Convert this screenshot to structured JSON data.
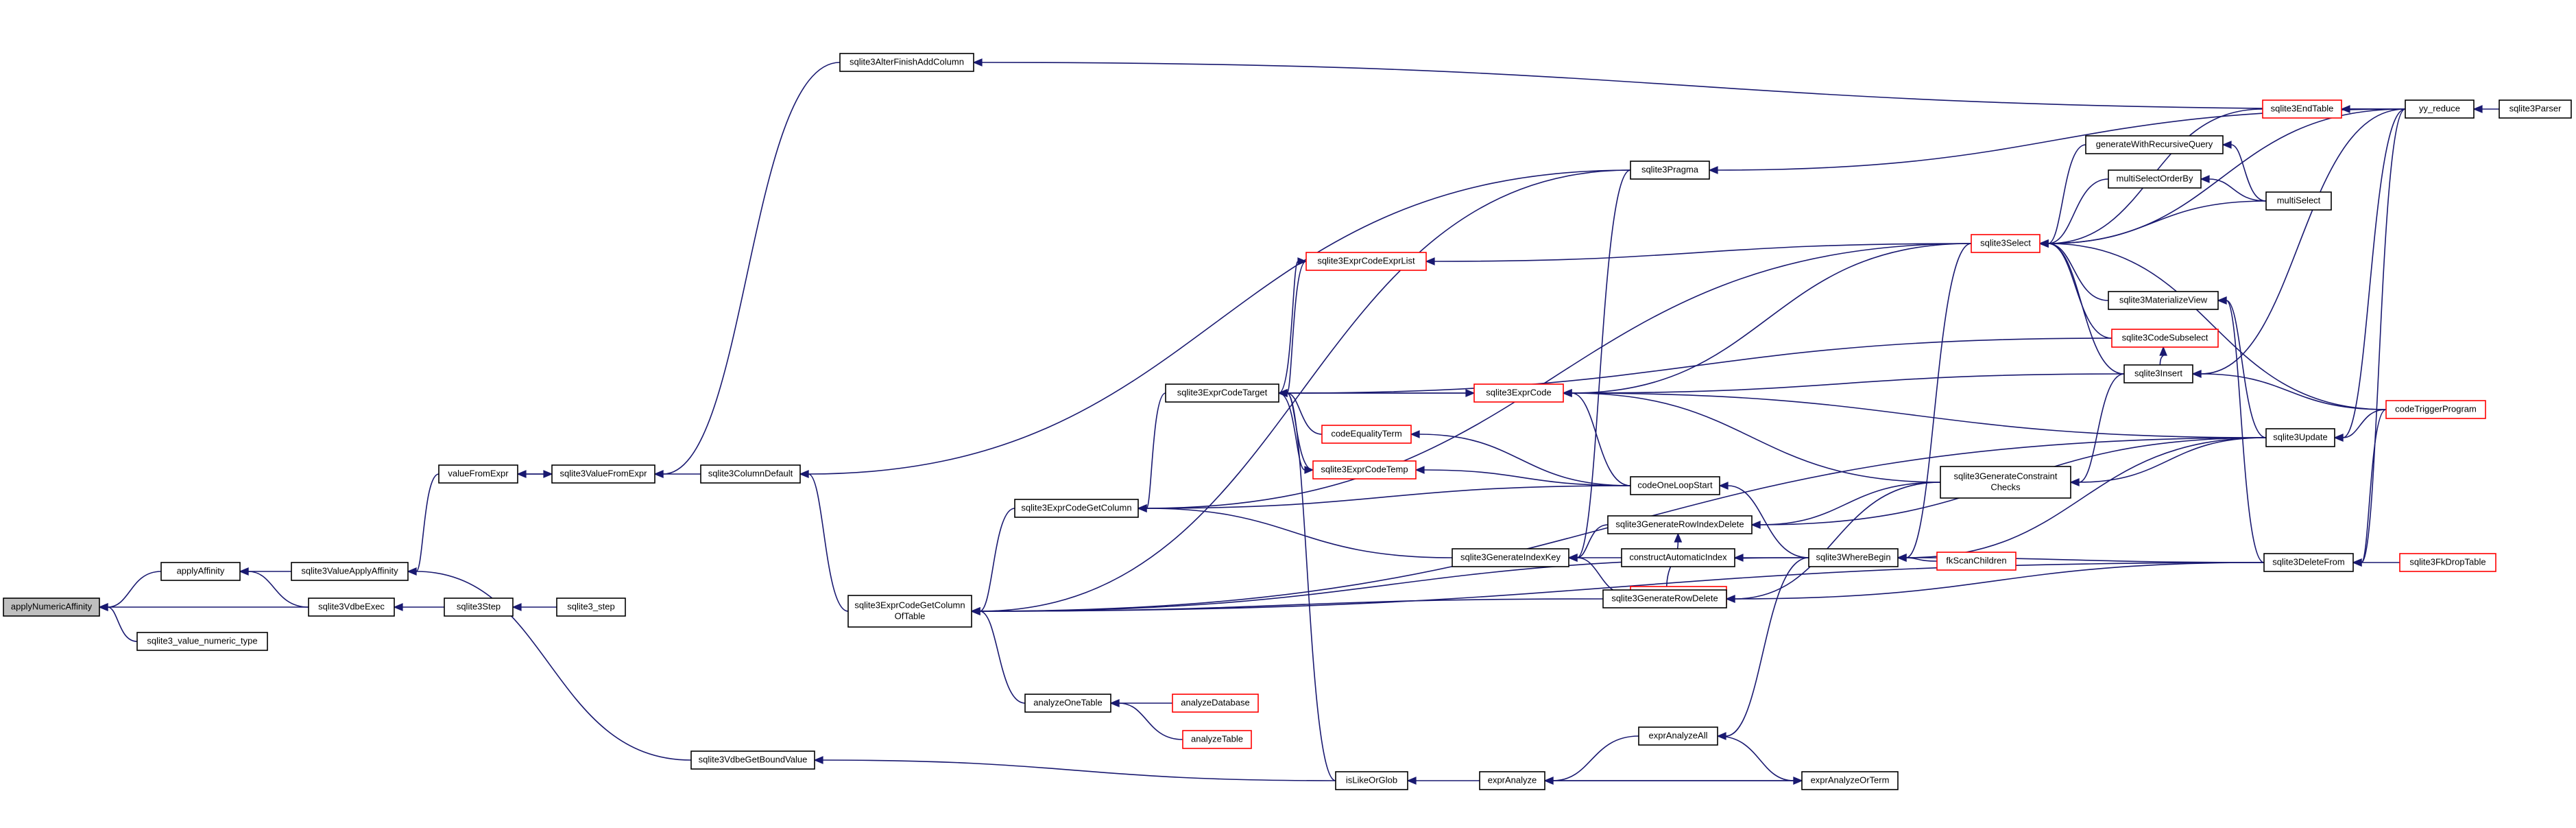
{
  "colors": {
    "edge": "#191970",
    "node_border": "#000000",
    "node_border_truncated": "#ff0000",
    "node_fill": "#ffffff",
    "root_fill": "#bfbfbf",
    "text": "#000000",
    "text_truncated": "#ff0000"
  },
  "nodes": [
    {
      "id": "applyNumericAffinity",
      "label": "applyNumericAffinity",
      "root": true
    },
    {
      "id": "applyAffinity",
      "label": "applyAffinity"
    },
    {
      "id": "sqlite3_value_numeric_type",
      "label": "sqlite3_value_numeric_type"
    },
    {
      "id": "sqlite3ValueApplyAffinity",
      "label": "sqlite3ValueApplyAffinity"
    },
    {
      "id": "sqlite3VdbeExec",
      "label": "sqlite3VdbeExec"
    },
    {
      "id": "valueFromExpr",
      "label": "valueFromExpr"
    },
    {
      "id": "sqlite3ValueFromExpr",
      "label": "sqlite3ValueFromExpr"
    },
    {
      "id": "sqlite3Step",
      "label": "sqlite3Step"
    },
    {
      "id": "sqlite3_step",
      "label": "sqlite3_step"
    },
    {
      "id": "sqlite3VdbeGetBoundValue",
      "label": "sqlite3VdbeGetBoundValue"
    },
    {
      "id": "sqlite3AlterFinishAddColumn",
      "label": "sqlite3AlterFinishAddColumn"
    },
    {
      "id": "sqlite3ColumnDefault",
      "label": "sqlite3ColumnDefault"
    },
    {
      "id": "sqlite3ExprCodeGetColumnOfTable",
      "label": "sqlite3ExprCodeGetColumn\nOfTable"
    },
    {
      "id": "sqlite3ExprCodeGetColumn",
      "label": "sqlite3ExprCodeGetColumn"
    },
    {
      "id": "analyzeOneTable",
      "label": "analyzeOneTable"
    },
    {
      "id": "analyzeDatabase",
      "label": "analyzeDatabase",
      "truncated": true
    },
    {
      "id": "analyzeTable",
      "label": "analyzeTable",
      "truncated": true
    },
    {
      "id": "sqlite3ExprCodeTarget",
      "label": "sqlite3ExprCodeTarget"
    },
    {
      "id": "sqlite3ExprCodeExprList",
      "label": "sqlite3ExprCodeExprList",
      "truncated": true
    },
    {
      "id": "sqlite3ExprCode",
      "label": "sqlite3ExprCode",
      "truncated": true
    },
    {
      "id": "codeEqualityTerm",
      "label": "codeEqualityTerm",
      "truncated": true
    },
    {
      "id": "sqlite3ExprCodeTemp",
      "label": "sqlite3ExprCodeTemp",
      "truncated": true
    },
    {
      "id": "isLikeOrGlob",
      "label": "isLikeOrGlob"
    },
    {
      "id": "exprAnalyze",
      "label": "exprAnalyze"
    },
    {
      "id": "exprAnalyzeAll",
      "label": "exprAnalyzeAll"
    },
    {
      "id": "exprAnalyzeOrTerm",
      "label": "exprAnalyzeOrTerm"
    },
    {
      "id": "sqlite3Pragma",
      "label": "sqlite3Pragma"
    },
    {
      "id": "codeOneLoopStart",
      "label": "codeOneLoopStart"
    },
    {
      "id": "sqlite3GenerateIndexKey",
      "label": "sqlite3GenerateIndexKey"
    },
    {
      "id": "sqlite3GenerateRowIndexDelete",
      "label": "sqlite3GenerateRowIndexDelete"
    },
    {
      "id": "constructAutomaticIndex",
      "label": "constructAutomaticIndex"
    },
    {
      "id": "sqlite3RefillIndex",
      "label": "sqlite3RefillIndex",
      "truncated": true
    },
    {
      "id": "sqlite3WhereBegin",
      "label": "sqlite3WhereBegin"
    },
    {
      "id": "sqlite3GenerateRowDelete",
      "label": "sqlite3GenerateRowDelete"
    },
    {
      "id": "sqlite3GenerateConstraintChecks",
      "label": "sqlite3GenerateConstraint\nChecks"
    },
    {
      "id": "fkScanChildren",
      "label": "fkScanChildren",
      "truncated": true
    },
    {
      "id": "sqlite3Select",
      "label": "sqlite3Select",
      "truncated": true
    },
    {
      "id": "sqlite3Insert",
      "label": "sqlite3Insert"
    },
    {
      "id": "sqlite3EndTable",
      "label": "sqlite3EndTable",
      "truncated": true
    },
    {
      "id": "generateWithRecursiveQuery",
      "label": "generateWithRecursiveQuery"
    },
    {
      "id": "multiSelectOrderBy",
      "label": "multiSelectOrderBy"
    },
    {
      "id": "multiSelect",
      "label": "multiSelect"
    },
    {
      "id": "sqlite3MaterializeView",
      "label": "sqlite3MaterializeView"
    },
    {
      "id": "sqlite3CodeSubselect",
      "label": "sqlite3CodeSubselect",
      "truncated": true
    },
    {
      "id": "sqlite3Update",
      "label": "sqlite3Update"
    },
    {
      "id": "sqlite3DeleteFrom",
      "label": "sqlite3DeleteFrom"
    },
    {
      "id": "yy_reduce",
      "label": "yy_reduce"
    },
    {
      "id": "sqlite3Parser",
      "label": "sqlite3Parser"
    },
    {
      "id": "codeTriggerProgram",
      "label": "codeTriggerProgram",
      "truncated": true
    },
    {
      "id": "sqlite3FkDropTable",
      "label": "sqlite3FkDropTable",
      "truncated": true
    }
  ],
  "edges": [
    [
      "applyAffinity",
      "applyNumericAffinity"
    ],
    [
      "sqlite3_value_numeric_type",
      "applyNumericAffinity"
    ],
    [
      "sqlite3VdbeExec",
      "applyNumericAffinity"
    ],
    [
      "sqlite3ValueApplyAffinity",
      "applyAffinity"
    ],
    [
      "sqlite3VdbeExec",
      "applyAffinity"
    ],
    [
      "valueFromExpr",
      "sqlite3ValueApplyAffinity"
    ],
    [
      "sqlite3VdbeGetBoundValue",
      "sqlite3ValueApplyAffinity"
    ],
    [
      "sqlite3Step",
      "sqlite3VdbeExec"
    ],
    [
      "sqlite3_step",
      "sqlite3Step"
    ],
    [
      "sqlite3ValueFromExpr",
      "valueFromExpr"
    ],
    [
      "valueFromExpr",
      "sqlite3ValueFromExpr"
    ],
    [
      "sqlite3AlterFinishAddColumn",
      "sqlite3ValueFromExpr"
    ],
    [
      "sqlite3ColumnDefault",
      "sqlite3ValueFromExpr"
    ],
    [
      "yy_reduce",
      "sqlite3AlterFinishAddColumn"
    ],
    [
      "sqlite3Pragma",
      "sqlite3ColumnDefault"
    ],
    [
      "sqlite3ExprCodeGetColumnOfTable",
      "sqlite3ColumnDefault"
    ],
    [
      "isLikeOrGlob",
      "sqlite3VdbeGetBoundValue"
    ],
    [
      "sqlite3Pragma",
      "sqlite3ExprCodeGetColumnOfTable"
    ],
    [
      "sqlite3ExprCodeGetColumn",
      "sqlite3ExprCodeGetColumnOfTable"
    ],
    [
      "analyzeOneTable",
      "sqlite3ExprCodeGetColumnOfTable"
    ],
    [
      "sqlite3GenerateRowDelete",
      "sqlite3ExprCodeGetColumnOfTable"
    ],
    [
      "sqlite3Update",
      "sqlite3ExprCodeGetColumnOfTable"
    ],
    [
      "sqlite3DeleteFrom",
      "sqlite3ExprCodeGetColumnOfTable"
    ],
    [
      "sqlite3WhereBegin",
      "sqlite3ExprCodeGetColumnOfTable"
    ],
    [
      "sqlite3ExprCodeTarget",
      "sqlite3ExprCodeGetColumn"
    ],
    [
      "codeOneLoopStart",
      "sqlite3ExprCodeGetColumn"
    ],
    [
      "sqlite3GenerateIndexKey",
      "sqlite3ExprCodeGetColumn"
    ],
    [
      "sqlite3Select",
      "sqlite3ExprCodeGetColumn"
    ],
    [
      "analyzeDatabase",
      "analyzeOneTable"
    ],
    [
      "analyzeTable",
      "analyzeOneTable"
    ],
    [
      "sqlite3ExprCodeExprList",
      "sqlite3ExprCodeTarget"
    ],
    [
      "sqlite3ExprCode",
      "sqlite3ExprCodeTarget"
    ],
    [
      "codeEqualityTerm",
      "sqlite3ExprCodeTarget"
    ],
    [
      "sqlite3ExprCodeTemp",
      "sqlite3ExprCodeTarget"
    ],
    [
      "sqlite3CodeSubselect",
      "sqlite3ExprCodeTarget"
    ],
    [
      "isLikeOrGlob",
      "sqlite3ExprCodeTarget"
    ],
    [
      "sqlite3ExprCodeTarget",
      "sqlite3ExprCodeExprList"
    ],
    [
      "sqlite3Select",
      "sqlite3ExprCodeExprList"
    ],
    [
      "sqlite3ExprCodeTarget",
      "sqlite3ExprCode"
    ],
    [
      "sqlite3Select",
      "sqlite3ExprCode"
    ],
    [
      "sqlite3Insert",
      "sqlite3ExprCode"
    ],
    [
      "sqlite3Update",
      "sqlite3ExprCode"
    ],
    [
      "codeOneLoopStart",
      "sqlite3ExprCode"
    ],
    [
      "sqlite3GenerateConstraintChecks",
      "sqlite3ExprCode"
    ],
    [
      "codeOneLoopStart",
      "codeEqualityTerm"
    ],
    [
      "sqlite3ExprCodeTarget",
      "sqlite3ExprCodeTemp"
    ],
    [
      "codeOneLoopStart",
      "sqlite3ExprCodeTemp"
    ],
    [
      "exprAnalyze",
      "isLikeOrGlob"
    ],
    [
      "exprAnalyzeAll",
      "exprAnalyze"
    ],
    [
      "exprAnalyzeOrTerm",
      "exprAnalyze"
    ],
    [
      "sqlite3WhereBegin",
      "exprAnalyzeAll"
    ],
    [
      "exprAnalyze",
      "exprAnalyzeOrTerm"
    ],
    [
      "exprAnalyzeAll",
      "exprAnalyzeOrTerm"
    ],
    [
      "yy_reduce",
      "sqlite3Pragma"
    ],
    [
      "sqlite3WhereBegin",
      "codeOneLoopStart"
    ],
    [
      "sqlite3Pragma",
      "sqlite3GenerateIndexKey"
    ],
    [
      "sqlite3GenerateRowIndexDelete",
      "sqlite3GenerateIndexKey"
    ],
    [
      "constructAutomaticIndex",
      "sqlite3GenerateIndexKey"
    ],
    [
      "sqlite3RefillIndex",
      "sqlite3GenerateIndexKey"
    ],
    [
      "sqlite3GenerateRowDelete",
      "sqlite3GenerateRowIndexDelete"
    ],
    [
      "sqlite3Update",
      "sqlite3GenerateRowIndexDelete"
    ],
    [
      "sqlite3GenerateConstraintChecks",
      "sqlite3GenerateRowIndexDelete"
    ],
    [
      "sqlite3WhereBegin",
      "constructAutomaticIndex"
    ],
    [
      "sqlite3Select",
      "sqlite3WhereBegin"
    ],
    [
      "sqlite3Update",
      "sqlite3WhereBegin"
    ],
    [
      "sqlite3DeleteFrom",
      "sqlite3WhereBegin"
    ],
    [
      "fkScanChildren",
      "sqlite3WhereBegin"
    ],
    [
      "sqlite3DeleteFrom",
      "sqlite3GenerateRowDelete"
    ],
    [
      "sqlite3GenerateConstraintChecks",
      "sqlite3GenerateRowDelete"
    ],
    [
      "sqlite3Insert",
      "sqlite3GenerateConstraintChecks"
    ],
    [
      "sqlite3Update",
      "sqlite3GenerateConstraintChecks"
    ],
    [
      "sqlite3EndTable",
      "sqlite3Select"
    ],
    [
      "generateWithRecursiveQuery",
      "sqlite3Select"
    ],
    [
      "multiSelectOrderBy",
      "sqlite3Select"
    ],
    [
      "multiSelect",
      "sqlite3Select"
    ],
    [
      "sqlite3MaterializeView",
      "sqlite3Select"
    ],
    [
      "sqlite3CodeSubselect",
      "sqlite3Select"
    ],
    [
      "sqlite3Insert",
      "sqlite3Select"
    ],
    [
      "yy_reduce",
      "sqlite3Select"
    ],
    [
      "codeTriggerProgram",
      "sqlite3Select"
    ],
    [
      "yy_reduce",
      "sqlite3EndTable"
    ],
    [
      "multiSelect",
      "generateWithRecursiveQuery"
    ],
    [
      "multiSelect",
      "multiSelectOrderBy"
    ],
    [
      "sqlite3Update",
      "sqlite3MaterializeView"
    ],
    [
      "sqlite3DeleteFrom",
      "sqlite3MaterializeView"
    ],
    [
      "sqlite3Insert",
      "sqlite3CodeSubselect"
    ],
    [
      "yy_reduce",
      "sqlite3Insert"
    ],
    [
      "codeTriggerProgram",
      "sqlite3Insert"
    ],
    [
      "yy_reduce",
      "sqlite3Update"
    ],
    [
      "codeTriggerProgram",
      "sqlite3Update"
    ],
    [
      "yy_reduce",
      "sqlite3DeleteFrom"
    ],
    [
      "codeTriggerProgram",
      "sqlite3DeleteFrom"
    ],
    [
      "sqlite3FkDropTable",
      "sqlite3DeleteFrom"
    ],
    [
      "sqlite3Parser",
      "yy_reduce"
    ]
  ]
}
